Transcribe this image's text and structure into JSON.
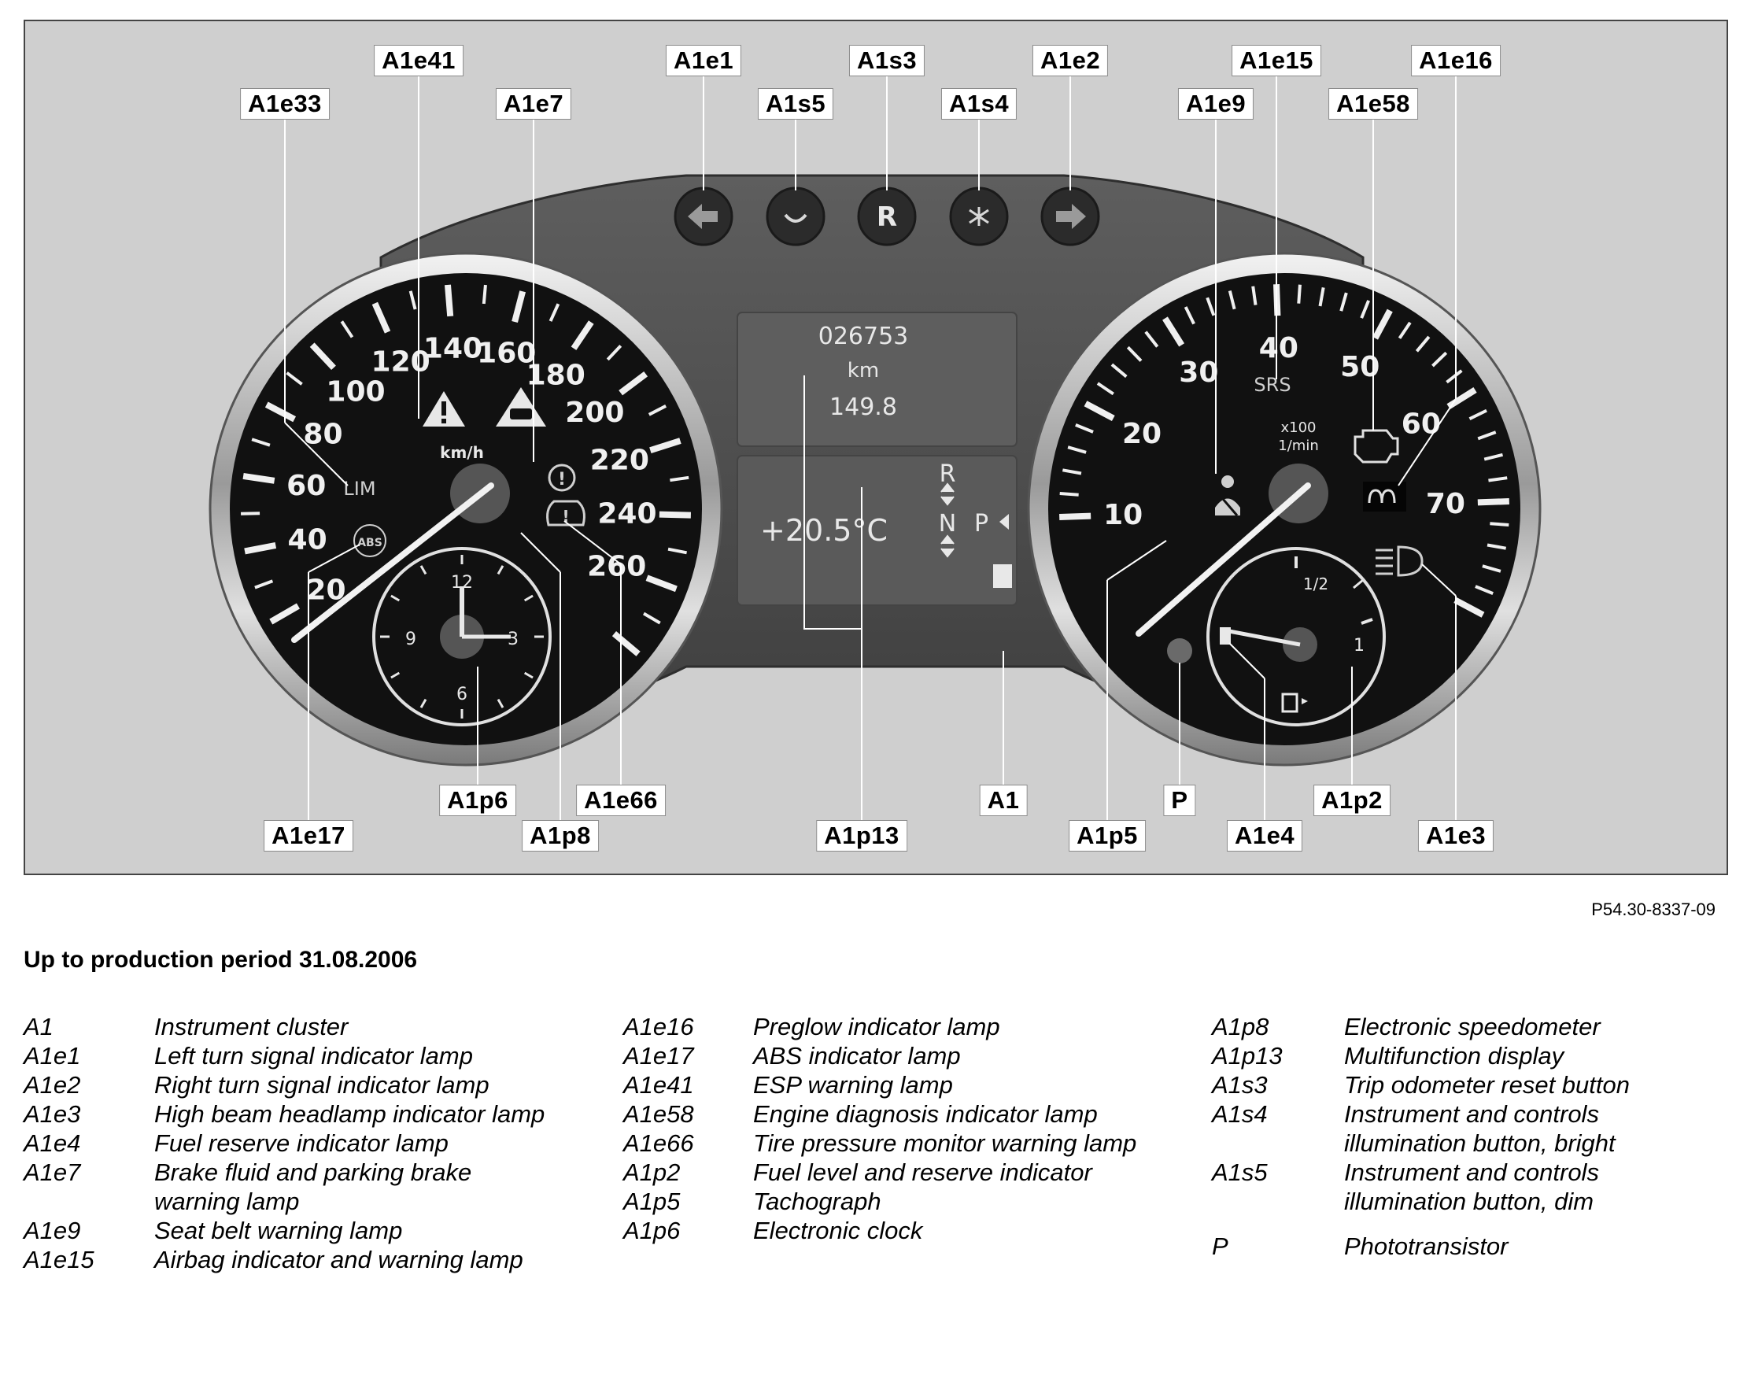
{
  "diagram": {
    "callouts": [
      "A1e41",
      "A1e1",
      "A1s3",
      "A1e2",
      "A1e15",
      "A1e16",
      "A1e33",
      "A1e7",
      "A1s5",
      "A1s4",
      "A1e9",
      "A1e58",
      "A1p6",
      "A1e66",
      "A1",
      "P",
      "A1p2",
      "A1e17",
      "A1p8",
      "A1p13",
      "A1p5",
      "A1e4",
      "A1e3"
    ],
    "speedometer": {
      "scale": [
        "20",
        "40",
        "60",
        "80",
        "100",
        "120",
        "140",
        "160",
        "180",
        "200",
        "220",
        "240",
        "260"
      ],
      "unit": "km/h",
      "lim_label": "LIM",
      "abs_label": "ABS"
    },
    "clock": {
      "numerals": [
        "12",
        "3",
        "6",
        "9"
      ]
    },
    "tachometer": {
      "scale": [
        "10",
        "20",
        "30",
        "40",
        "50",
        "60",
        "70"
      ],
      "unit_line1": "x100",
      "unit_line2": "1/min",
      "srs_label": "SRS"
    },
    "fuel_gauge": {
      "marks": [
        "1/2",
        "1"
      ]
    },
    "display": {
      "odometer": "026753",
      "odometer_unit": "km",
      "trip": "149.8",
      "temperature": "+20.5°C",
      "gears": [
        "R",
        "N",
        "P"
      ]
    },
    "buttons": {
      "reset_label": "R"
    },
    "colors": {
      "background": "#cfcfcf",
      "housing": "#4a4a4a",
      "dial": "#111111",
      "display": "#5c5c5c"
    }
  },
  "figure_code": "P54.30-8337-09",
  "caption": "Up to production period 31.08.2006",
  "legend": {
    "col1": [
      {
        "code": "A1",
        "text": "Instrument cluster"
      },
      {
        "code": "A1e1",
        "text": "Left turn signal indicator lamp"
      },
      {
        "code": "A1e2",
        "text": "Right turn signal indicator lamp"
      },
      {
        "code": "A1e3",
        "text": "High beam headlamp indicator lamp"
      },
      {
        "code": "A1e4",
        "text": "Fuel reserve indicator lamp"
      },
      {
        "code": "A1e7",
        "text": "Brake fluid and parking brake warning lamp"
      },
      {
        "code": "A1e9",
        "text": "Seat belt warning lamp"
      },
      {
        "code": "A1e15",
        "text": "Airbag indicator and warning lamp"
      }
    ],
    "col2": [
      {
        "code": "A1e16",
        "text": "Preglow indicator lamp"
      },
      {
        "code": "A1e17",
        "text": "ABS indicator lamp"
      },
      {
        "code": "A1e41",
        "text": "ESP warning lamp"
      },
      {
        "code": "A1e58",
        "text": "Engine diagnosis indicator lamp"
      },
      {
        "code": "A1e66",
        "text": "Tire pressure monitor warning lamp"
      },
      {
        "code": "A1p2",
        "text": "Fuel level and reserve indicator"
      },
      {
        "code": "A1p5",
        "text": "Tachograph"
      },
      {
        "code": "A1p6",
        "text": "Electronic clock"
      }
    ],
    "col3": [
      {
        "code": "A1p8",
        "text": "Electronic speedometer"
      },
      {
        "code": "A1p13",
        "text": "Multifunction display"
      },
      {
        "code": "A1s3",
        "text": "Trip odometer reset button"
      },
      {
        "code": "A1s4",
        "text": "Instrument and controls illumination button, bright"
      },
      {
        "code": "A1s5",
        "text": "Instrument and controls illumination button, dim"
      },
      {
        "code": "P",
        "text": "Phototransistor"
      }
    ]
  }
}
